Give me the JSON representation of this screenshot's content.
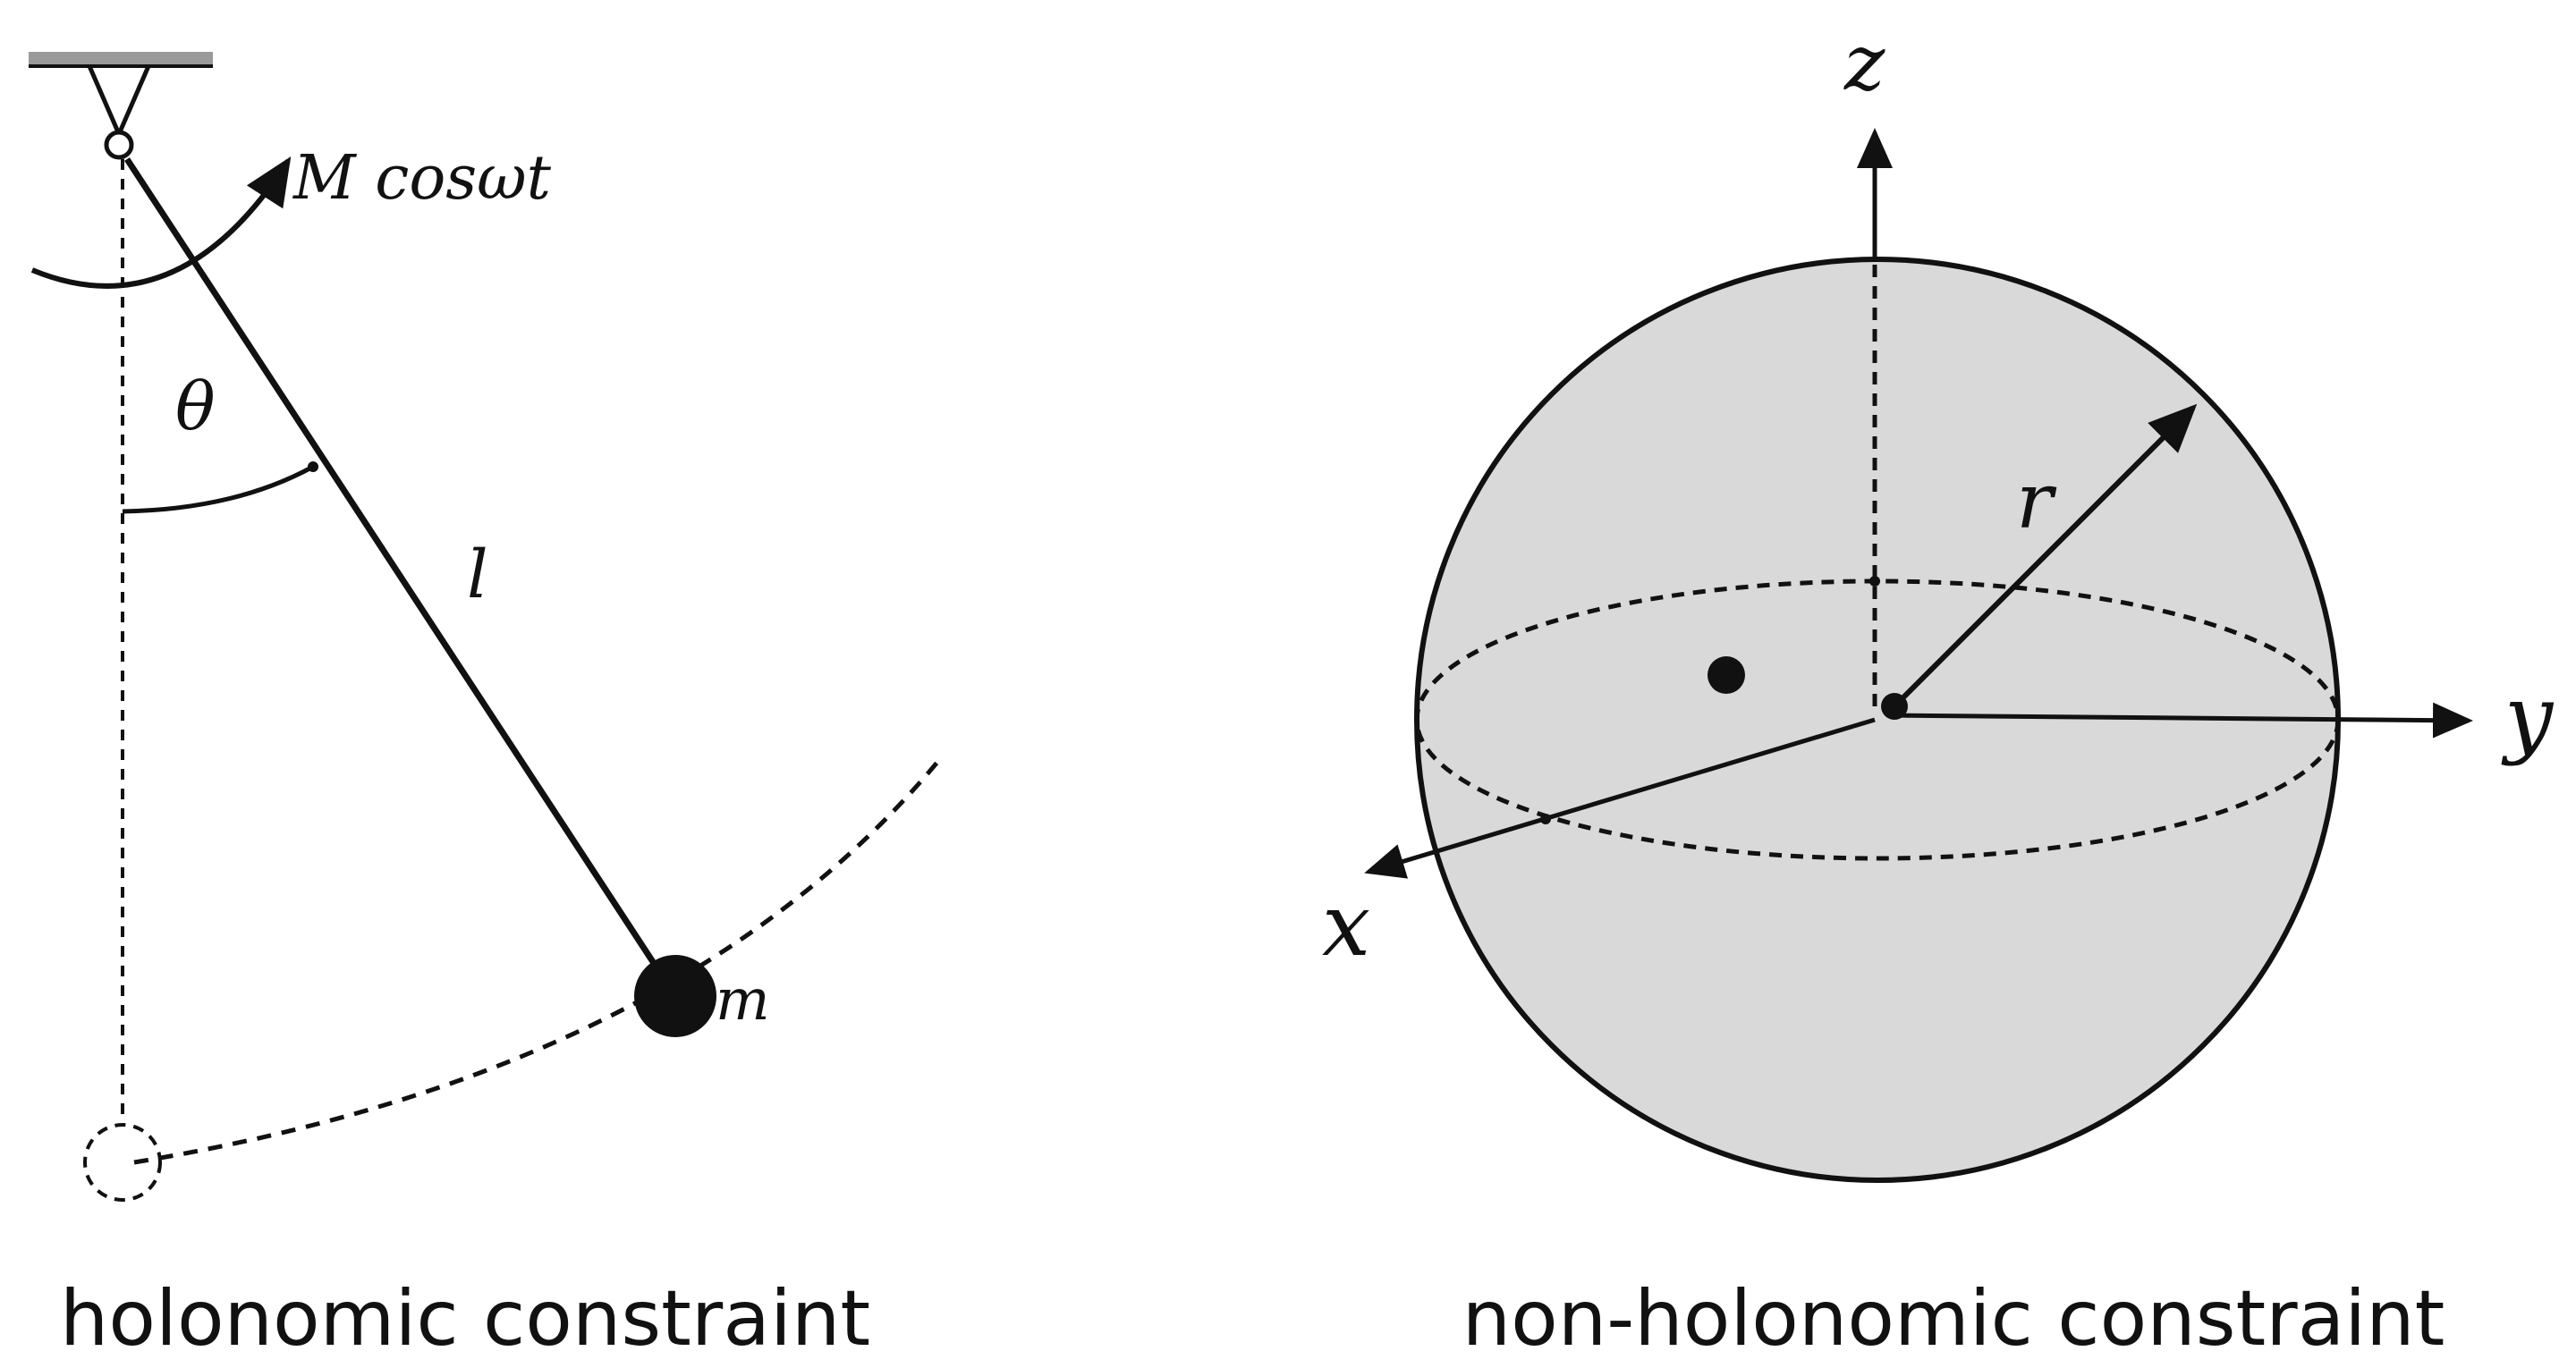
{
  "panels": {
    "pendulum": {
      "caption": "holonomic constraint",
      "moment_label": "M cosωt",
      "angle_label": "θ",
      "length_label": "l",
      "mass_label": "m"
    },
    "sphere": {
      "caption": "non-holonomic constraint",
      "axis_z_label": "z",
      "axis_y_label": "y",
      "axis_x_label": "x",
      "radius_label": "r"
    }
  },
  "colors": {
    "ink": "#111111",
    "sphere_fill": "#d9d9d9",
    "ceiling": "#9a9a9a"
  }
}
